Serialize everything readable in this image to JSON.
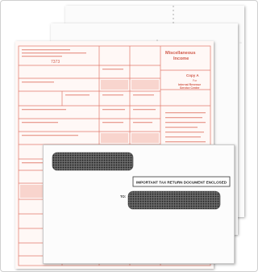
{
  "product": {
    "form_year": "7373",
    "form_title_line1": "Miscellaneous",
    "form_title_line2": "Income",
    "copy_label": "Copy A",
    "copy_sub1": "For",
    "copy_sub2": "Internal Revenue",
    "copy_sub3": "Service Center",
    "envelope_banner": "IMPORTANT TAX RETURN DOCUMENT ENCLOSED",
    "envelope_to": "TO:"
  },
  "colors": {
    "form_red": "#e0786a",
    "window_dots": "#2e2e2e"
  }
}
